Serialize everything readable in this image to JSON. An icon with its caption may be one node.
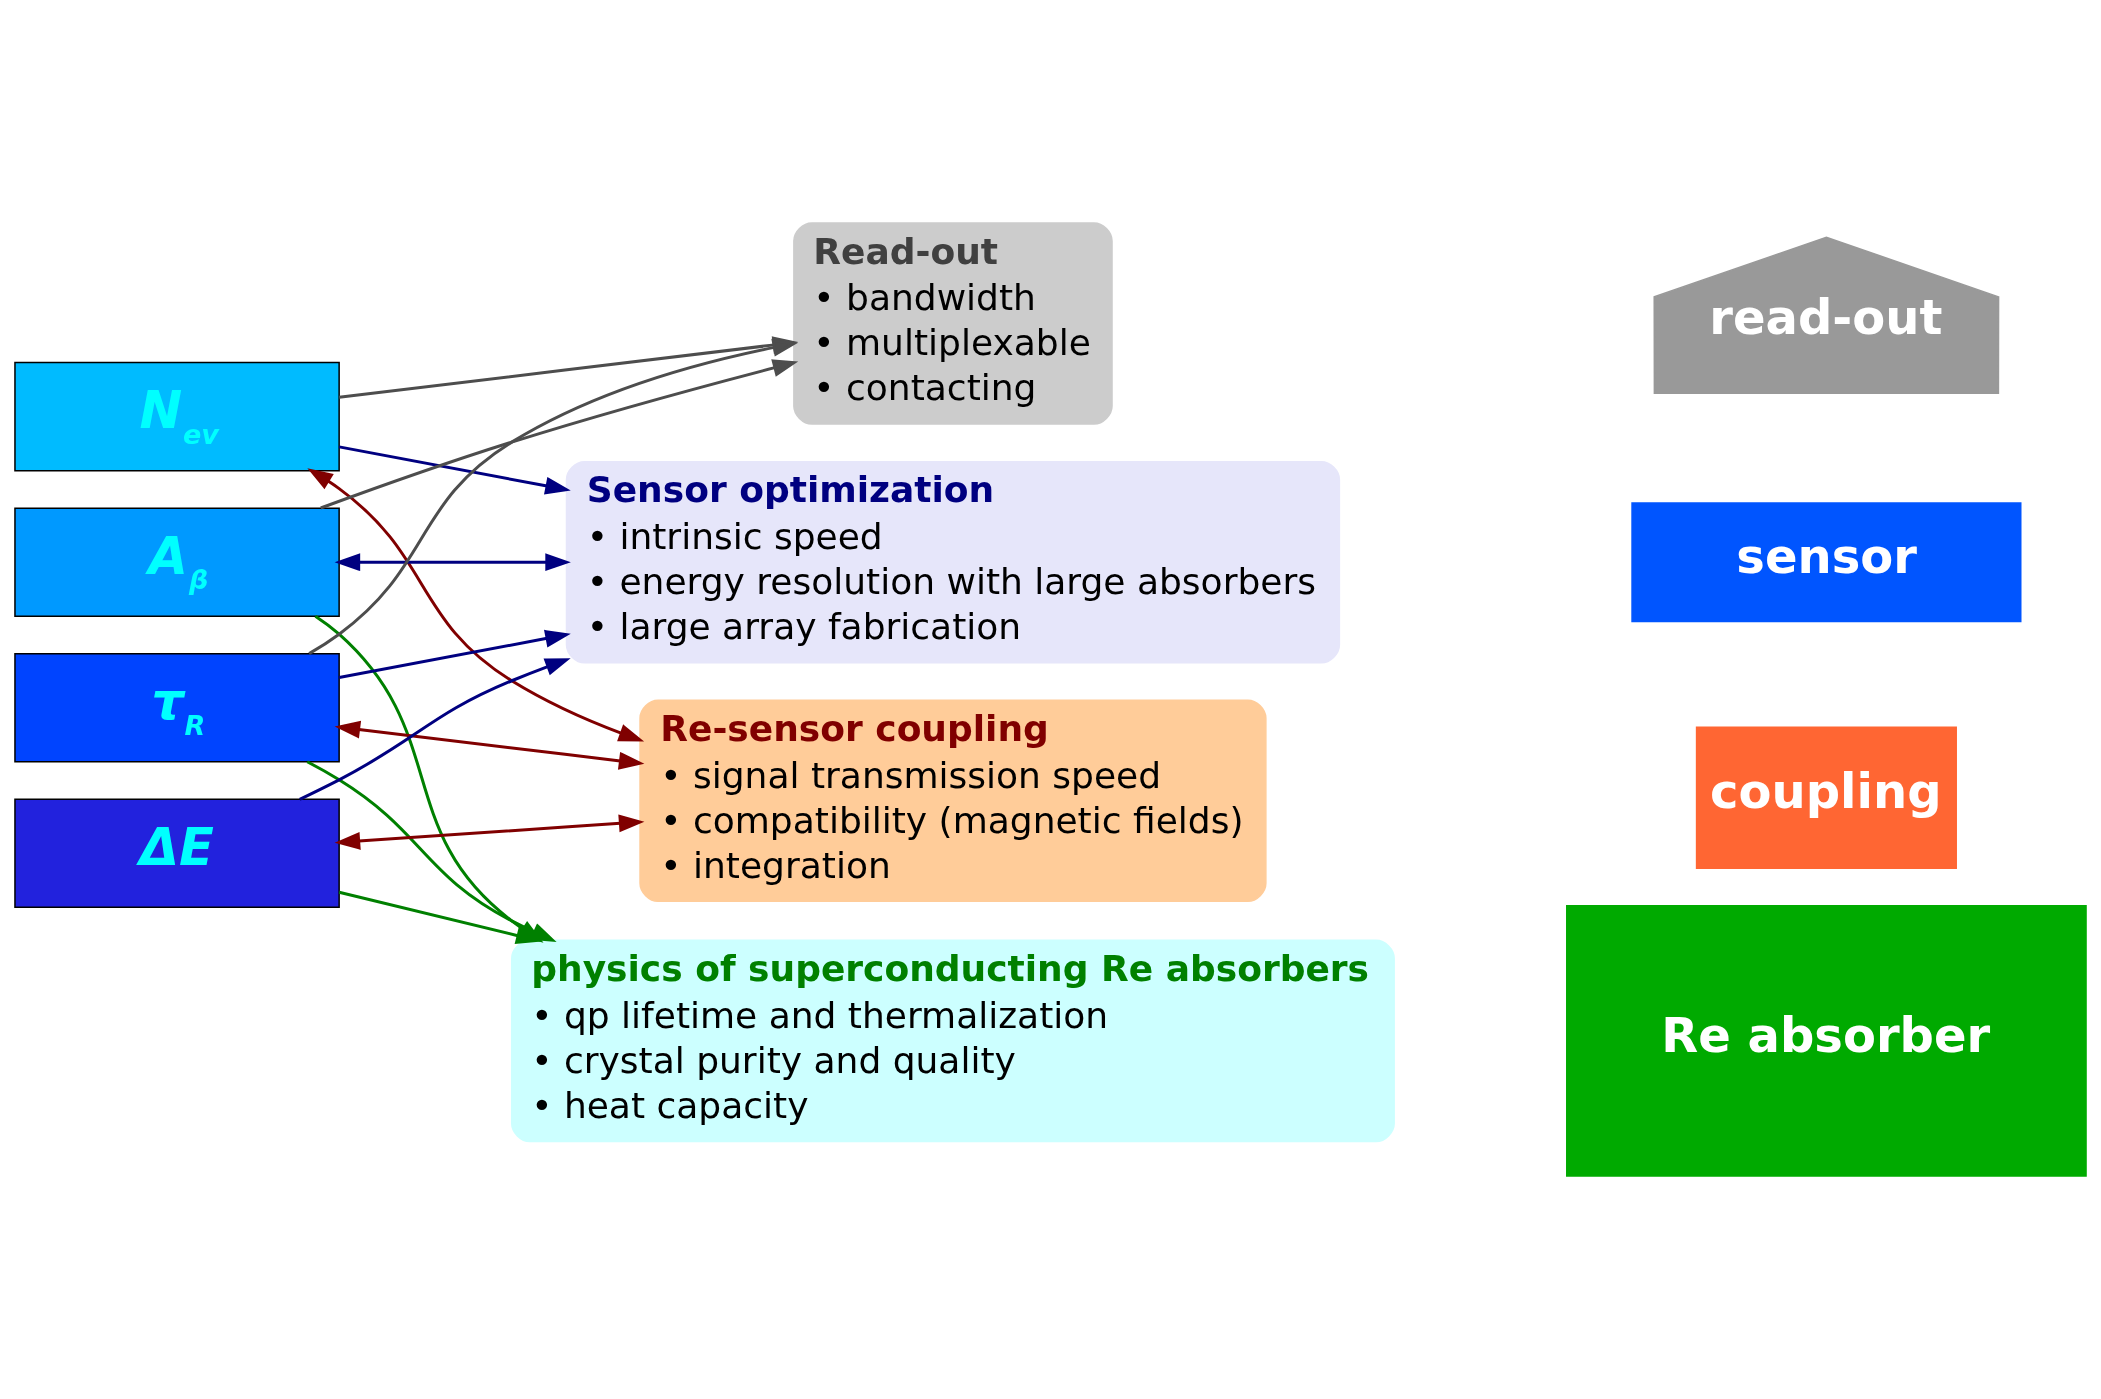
{
  "diagram": {
    "nodes": [
      {
        "text": [
          "N$_{ev}$"
        ]
      },
      {
        "text": [
          "A$_{β}$"
        ]
      },
      {
        "text": [
          "τ$_{R}$"
        ]
      },
      {
        "text": [
          "ΔE"
        ]
      },
      {
        "text": [
          "Read-out",
          "• bandwidth",
          "• multiplexable",
          "• contacting"
        ]
      },
      {
        "text": [
          "Sensor optimization",
          "• intrinsic speed",
          "• energy resolution with large absorbers",
          "• large array fabrication"
        ]
      },
      {
        "text": [
          "Re-sensor coupling",
          "• signal transmission speed",
          "• compatibility (magnetic fields)",
          "• integration"
        ]
      },
      {
        "text": [
          "physics of superconducting Re absorbers",
          "• qp lifetime and thermalization",
          "• crystal purity and quality",
          "• heat capacity"
        ]
      },
      {
        "text": [
          "read-out"
        ]
      },
      {
        "text": [
          "sensor"
        ]
      },
      {
        "text": [
          "coupling"
        ]
      },
      {
        "text": [
          "Re absorber"
        ]
      }
    ],
    "edges": [
      {
        "from": 0,
        "to": 4,
        "arrow": "to",
        "color": "#4d4d4d"
      },
      {
        "from": 1,
        "to": 4,
        "arrow": "to",
        "color": "#4d4d4d"
      },
      {
        "from": 2,
        "to": 4,
        "arrow": "to",
        "color": "#4d4d4d"
      },
      {
        "from": 0,
        "to": 5,
        "arrow": "to"
      },
      {
        "from": 1,
        "to": 5,
        "arrow": "both"
      },
      {
        "from": 2,
        "to": 5,
        "arrow": "to"
      },
      {
        "from": 3,
        "to": 5,
        "arrow": "to"
      },
      {
        "from": 0,
        "to": 6,
        "arrow": "both",
        "color": "#800000"
      },
      {
        "from": 2,
        "to": 6,
        "arrow": "both",
        "color": "#800000"
      },
      {
        "from": 3,
        "to": 6,
        "arrow": "both",
        "color": "#800000"
      },
      {
        "from": 1,
        "to": 7,
        "arrow": "to",
        "color": "#008000"
      },
      {
        "from": 2,
        "to": 7,
        "arrow": "to",
        "color": "#008000"
      },
      {
        "from": 3,
        "to": 7,
        "arrow": "to",
        "color": "#008000"
      }
    ]
  }
}
